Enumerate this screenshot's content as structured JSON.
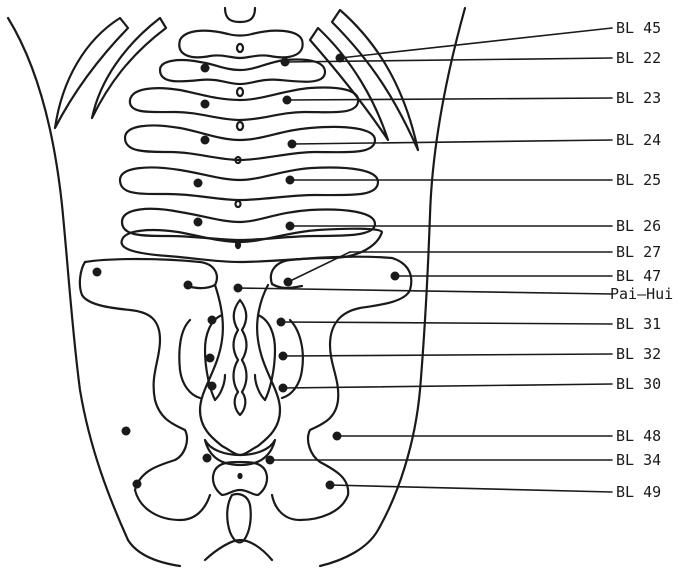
{
  "labels": {
    "bl45": "BL 45",
    "bl22": "BL 22",
    "bl23": "BL 23",
    "bl24": "BL 24",
    "bl25": "BL 25",
    "bl26": "BL 26",
    "bl27": "BL 27",
    "bl47": "BL 47",
    "paihui": "Pai—Hui",
    "bl31": "BL 31",
    "bl32": "BL 32",
    "bl30": "BL 30",
    "bl48": "BL 48",
    "bl34": "BL 34",
    "bl49": "BL 49"
  },
  "colors": {
    "ink": "#1a1a1a",
    "background": "#ffffff"
  }
}
